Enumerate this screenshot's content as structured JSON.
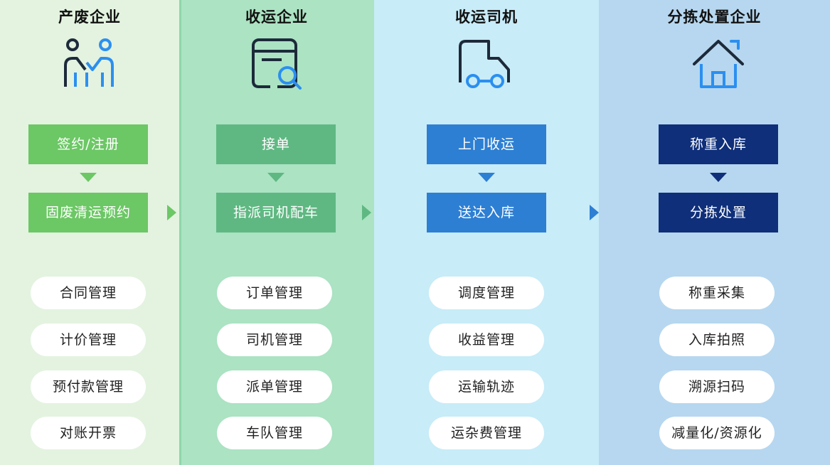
{
  "columns": [
    {
      "title": "产废企业",
      "icon": "handshake-people-icon",
      "steps": [
        "签约/注册",
        "固废清运预约"
      ],
      "features": [
        "合同管理",
        "计价管理",
        "预付款管理",
        "对账开票"
      ]
    },
    {
      "title": "收运企业",
      "icon": "document-search-icon",
      "steps": [
        "接单",
        "指派司机配车"
      ],
      "features": [
        "订单管理",
        "司机管理",
        "派单管理",
        "车队管理"
      ]
    },
    {
      "title": "收运司机",
      "icon": "truck-icon",
      "steps": [
        "上门收运",
        "送达入库"
      ],
      "features": [
        "调度管理",
        "收益管理",
        "运输轨迹",
        "运杂费管理"
      ]
    },
    {
      "title": "分拣处置企业",
      "icon": "home-icon",
      "steps": [
        "称重入库",
        "分拣处置"
      ],
      "features": [
        "称重采集",
        "入库拍照",
        "溯源扫码",
        "减量化/资源化"
      ]
    }
  ],
  "colors": {
    "green_step": "#6cc765",
    "teal_step": "#5fb882",
    "blue_step": "#2d7fd3",
    "navy_step": "#0f2f7a",
    "icon_dark": "#1d2a3a",
    "icon_blue": "#2b8ff0"
  }
}
